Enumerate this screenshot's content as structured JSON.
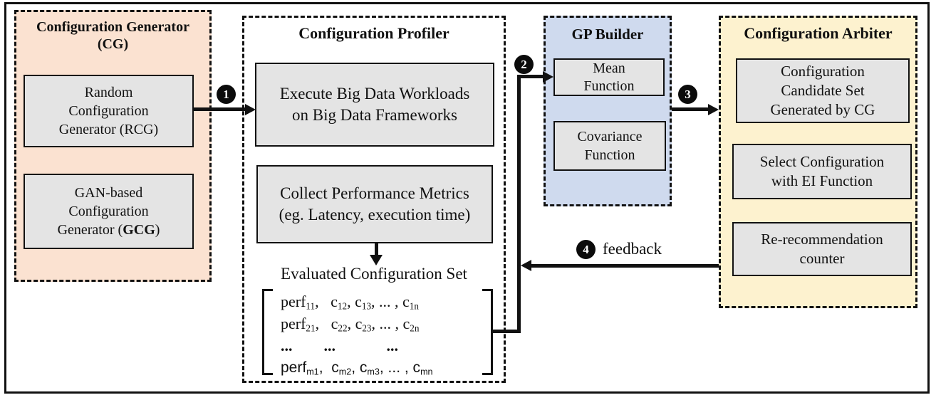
{
  "colors": {
    "cg_bg": "#fbe2d1",
    "gp_bg": "#cfdaee",
    "arbiter_bg": "#fdf2cf",
    "box_bg": "#e4e4e4",
    "line": "#111111"
  },
  "cg": {
    "title1": "Configuration Generator",
    "title2": "(CG)",
    "rcg": {
      "l1": "Random",
      "l2": "Configuration",
      "l3": "Generator (RCG)"
    },
    "gcg": {
      "l1": "GAN-based",
      "l2": "Configuration",
      "l3": "Generator (**GCG**)"
    }
  },
  "profiler": {
    "title": "Configuration Profiler",
    "execute": {
      "l1": "Execute Big Data Workloads",
      "l2": "on Big Data Frameworks"
    },
    "collect": {
      "l1": "Collect Performance Metrics",
      "l2": "(eg. Latency, execution time)"
    },
    "evaluated_label": "Evaluated Configuration Set",
    "matrix": [
      "perf_{11},   c_{12}, c_{13}, ... , c_{1n}",
      "perf_{21},   c_{22}, c_{23}, ... , c_{2n}",
      "...        ...             ...",
      "perf_{m1},  c_{m2}, c_{m3}, ... , c_{mn}"
    ]
  },
  "gp": {
    "title": "GP Builder",
    "mean": {
      "l1": "Mean",
      "l2": "Function"
    },
    "cov": {
      "l1": "Covariance",
      "l2": "Function"
    }
  },
  "arbiter": {
    "title": "Configuration Arbiter",
    "candidate": {
      "l1": "Configuration",
      "l2": "Candidate Set",
      "l3": "Generated by CG"
    },
    "select": {
      "l1": "Select Configuration",
      "l2": "with EI Function"
    },
    "counter": {
      "l1": "Re-recommendation",
      "l2": "counter"
    }
  },
  "flow": {
    "steps": [
      "1",
      "2",
      "3",
      "4"
    ],
    "feedback_label": "feedback"
  }
}
